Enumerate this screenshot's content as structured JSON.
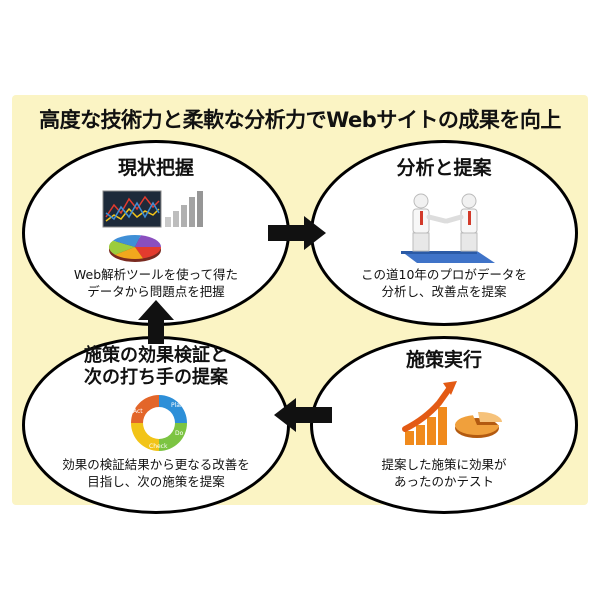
{
  "title": "高度な技術力と柔軟な分析力でWebサイトの成果を向上",
  "steps": [
    {
      "heading": "現状把握",
      "desc_line1": "Web解析ツールを使って得た",
      "desc_line2": "データから問題点を把握",
      "illustration": "chart-monitor-pie-icon"
    },
    {
      "heading": "分析と提案",
      "desc_line1": "この道10年のプロがデータを",
      "desc_line2": "分析し、改善点を提案",
      "illustration": "business-handshake-icon"
    },
    {
      "heading": "施策実行",
      "desc_line1": "提案した施策に効果が",
      "desc_line2": "あったのかテスト",
      "illustration": "rising-bar-chart-icon"
    },
    {
      "heading_line1": "施策の効果検証と",
      "heading_line2": "次の打ち手の提案",
      "desc_line1": "効果の検証結果から更なる改善を",
      "desc_line2": "目指し、次の施策を提案",
      "illustration": "pdca-cycle-icon",
      "cycle_labels": [
        "Plan",
        "Do",
        "Check",
        "Act"
      ]
    }
  ],
  "colors": {
    "panel": "#fbf4c4",
    "ellipse_fill": "#ffffff",
    "arrow": "#111111",
    "pie": [
      "#e33b2e",
      "#f2a81d",
      "#9ccc3c",
      "#3f8fd6",
      "#8a4fbf"
    ],
    "bars_orange": "#f08a1c",
    "cycle": [
      "#2d8fd8",
      "#7cc442",
      "#f2c418",
      "#e3662a"
    ]
  }
}
